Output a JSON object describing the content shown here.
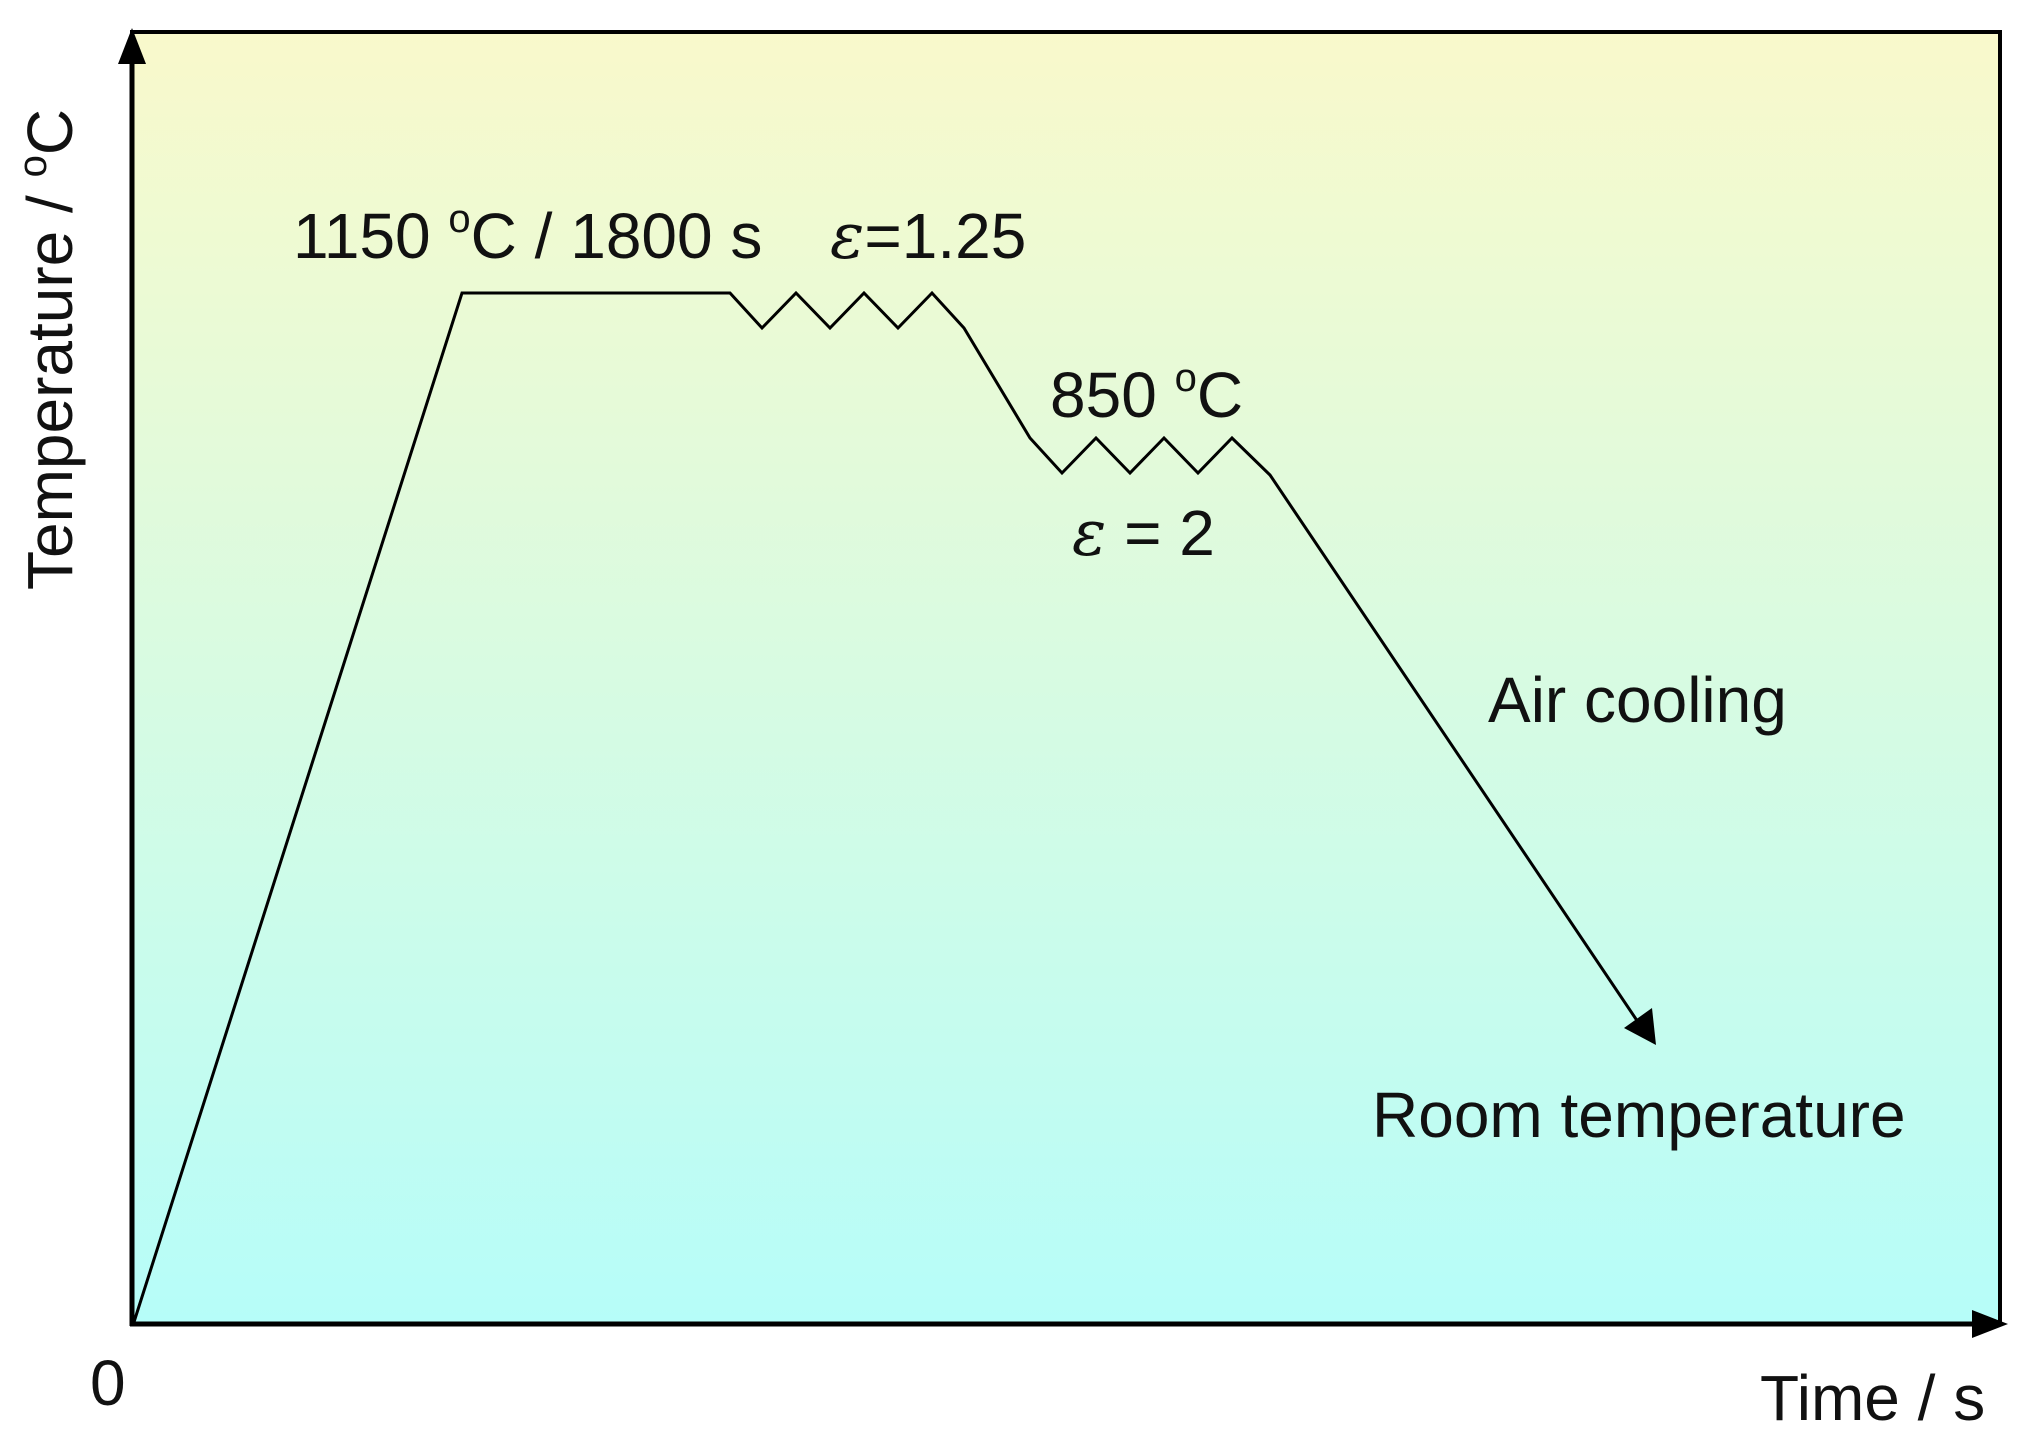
{
  "axes": {
    "y_label": "Temperature / ",
    "y_label_sup": "o",
    "y_label_unit": "C",
    "x_label": "Time / s",
    "origin_label": "0"
  },
  "annotations": {
    "soak_temp": "1150 ",
    "soak_sup": "o",
    "soak_rest": "C / 1800 s",
    "strain1_symbol": "ε",
    "strain1_value": "=1.25",
    "second_temp": "850 ",
    "second_sup": "o",
    "second_unit": "C",
    "strain2_symbol": "ε",
    "strain2_value": " = 2",
    "cooling_label": "Air cooling",
    "end_label": "Room temperature"
  },
  "colors": {
    "background_top": "#f9f9cb",
    "background_bottom": "#b6fdf9",
    "line": "#000000"
  }
}
